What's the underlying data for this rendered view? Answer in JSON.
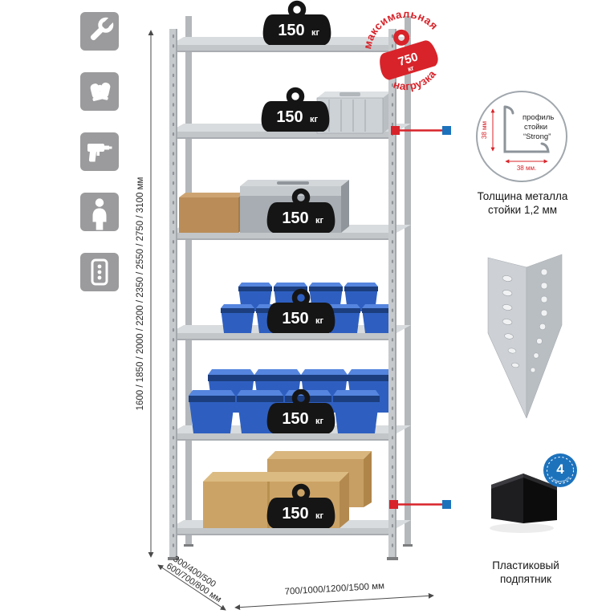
{
  "colors": {
    "red": "#d8232a",
    "blue": "#1d72bc",
    "icon_tile": "#9b9b9d",
    "metal_light": "#d9dcde",
    "metal_mid": "#c6cacd",
    "bin_blue": "#2e5fc0"
  },
  "left_icons": [
    {
      "name": "wrench"
    },
    {
      "name": "gloves"
    },
    {
      "name": "drill"
    },
    {
      "name": "person"
    },
    {
      "name": "fasteners"
    }
  ],
  "rack": {
    "shelf_weight": {
      "value": "150",
      "unit": "кг"
    },
    "dimensions": {
      "height": "1600 / 1850 / 2000 / 2200 / 2350 / 2550 / 2750 / 3100 мм",
      "depth_line1": "300/400/500",
      "depth_line2": "600/700/800 мм",
      "width": "700/1000/1200/1500 мм"
    }
  },
  "max_load_stamp": {
    "arc_top": "максимальная",
    "arc_bottom": "нагрузка",
    "weight_value": "750",
    "weight_unit": "кг"
  },
  "profile_callout": {
    "text_line1": "профиль",
    "text_line2": "стойки",
    "text_line3": "“Strong”",
    "dim_vertical": "38 мм",
    "dim_horizontal": "38 мм.",
    "caption_line1": "Толщина металла",
    "caption_line2": "стойки 1,2 мм"
  },
  "foot_callout": {
    "badge_value": "4",
    "badge_text": "в комплекте",
    "caption_line1": "Пластиковый",
    "caption_line2": "подпятник"
  }
}
